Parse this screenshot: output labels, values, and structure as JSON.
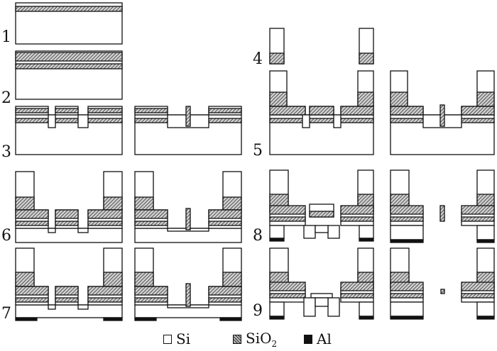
{
  "step_labels": [
    "1",
    "2",
    "3",
    "4",
    "5",
    "6",
    "7",
    "8",
    "9"
  ],
  "legend": {
    "si": "Si",
    "sio2_base": "SiO",
    "sio2_sub": "2",
    "al": "Al"
  },
  "materials": {
    "si_color": "#ffffff",
    "sio2_hatch": "#333333",
    "sio2_fill": "#d0d0d0",
    "al_color": "#111111",
    "outline": "#111111"
  }
}
